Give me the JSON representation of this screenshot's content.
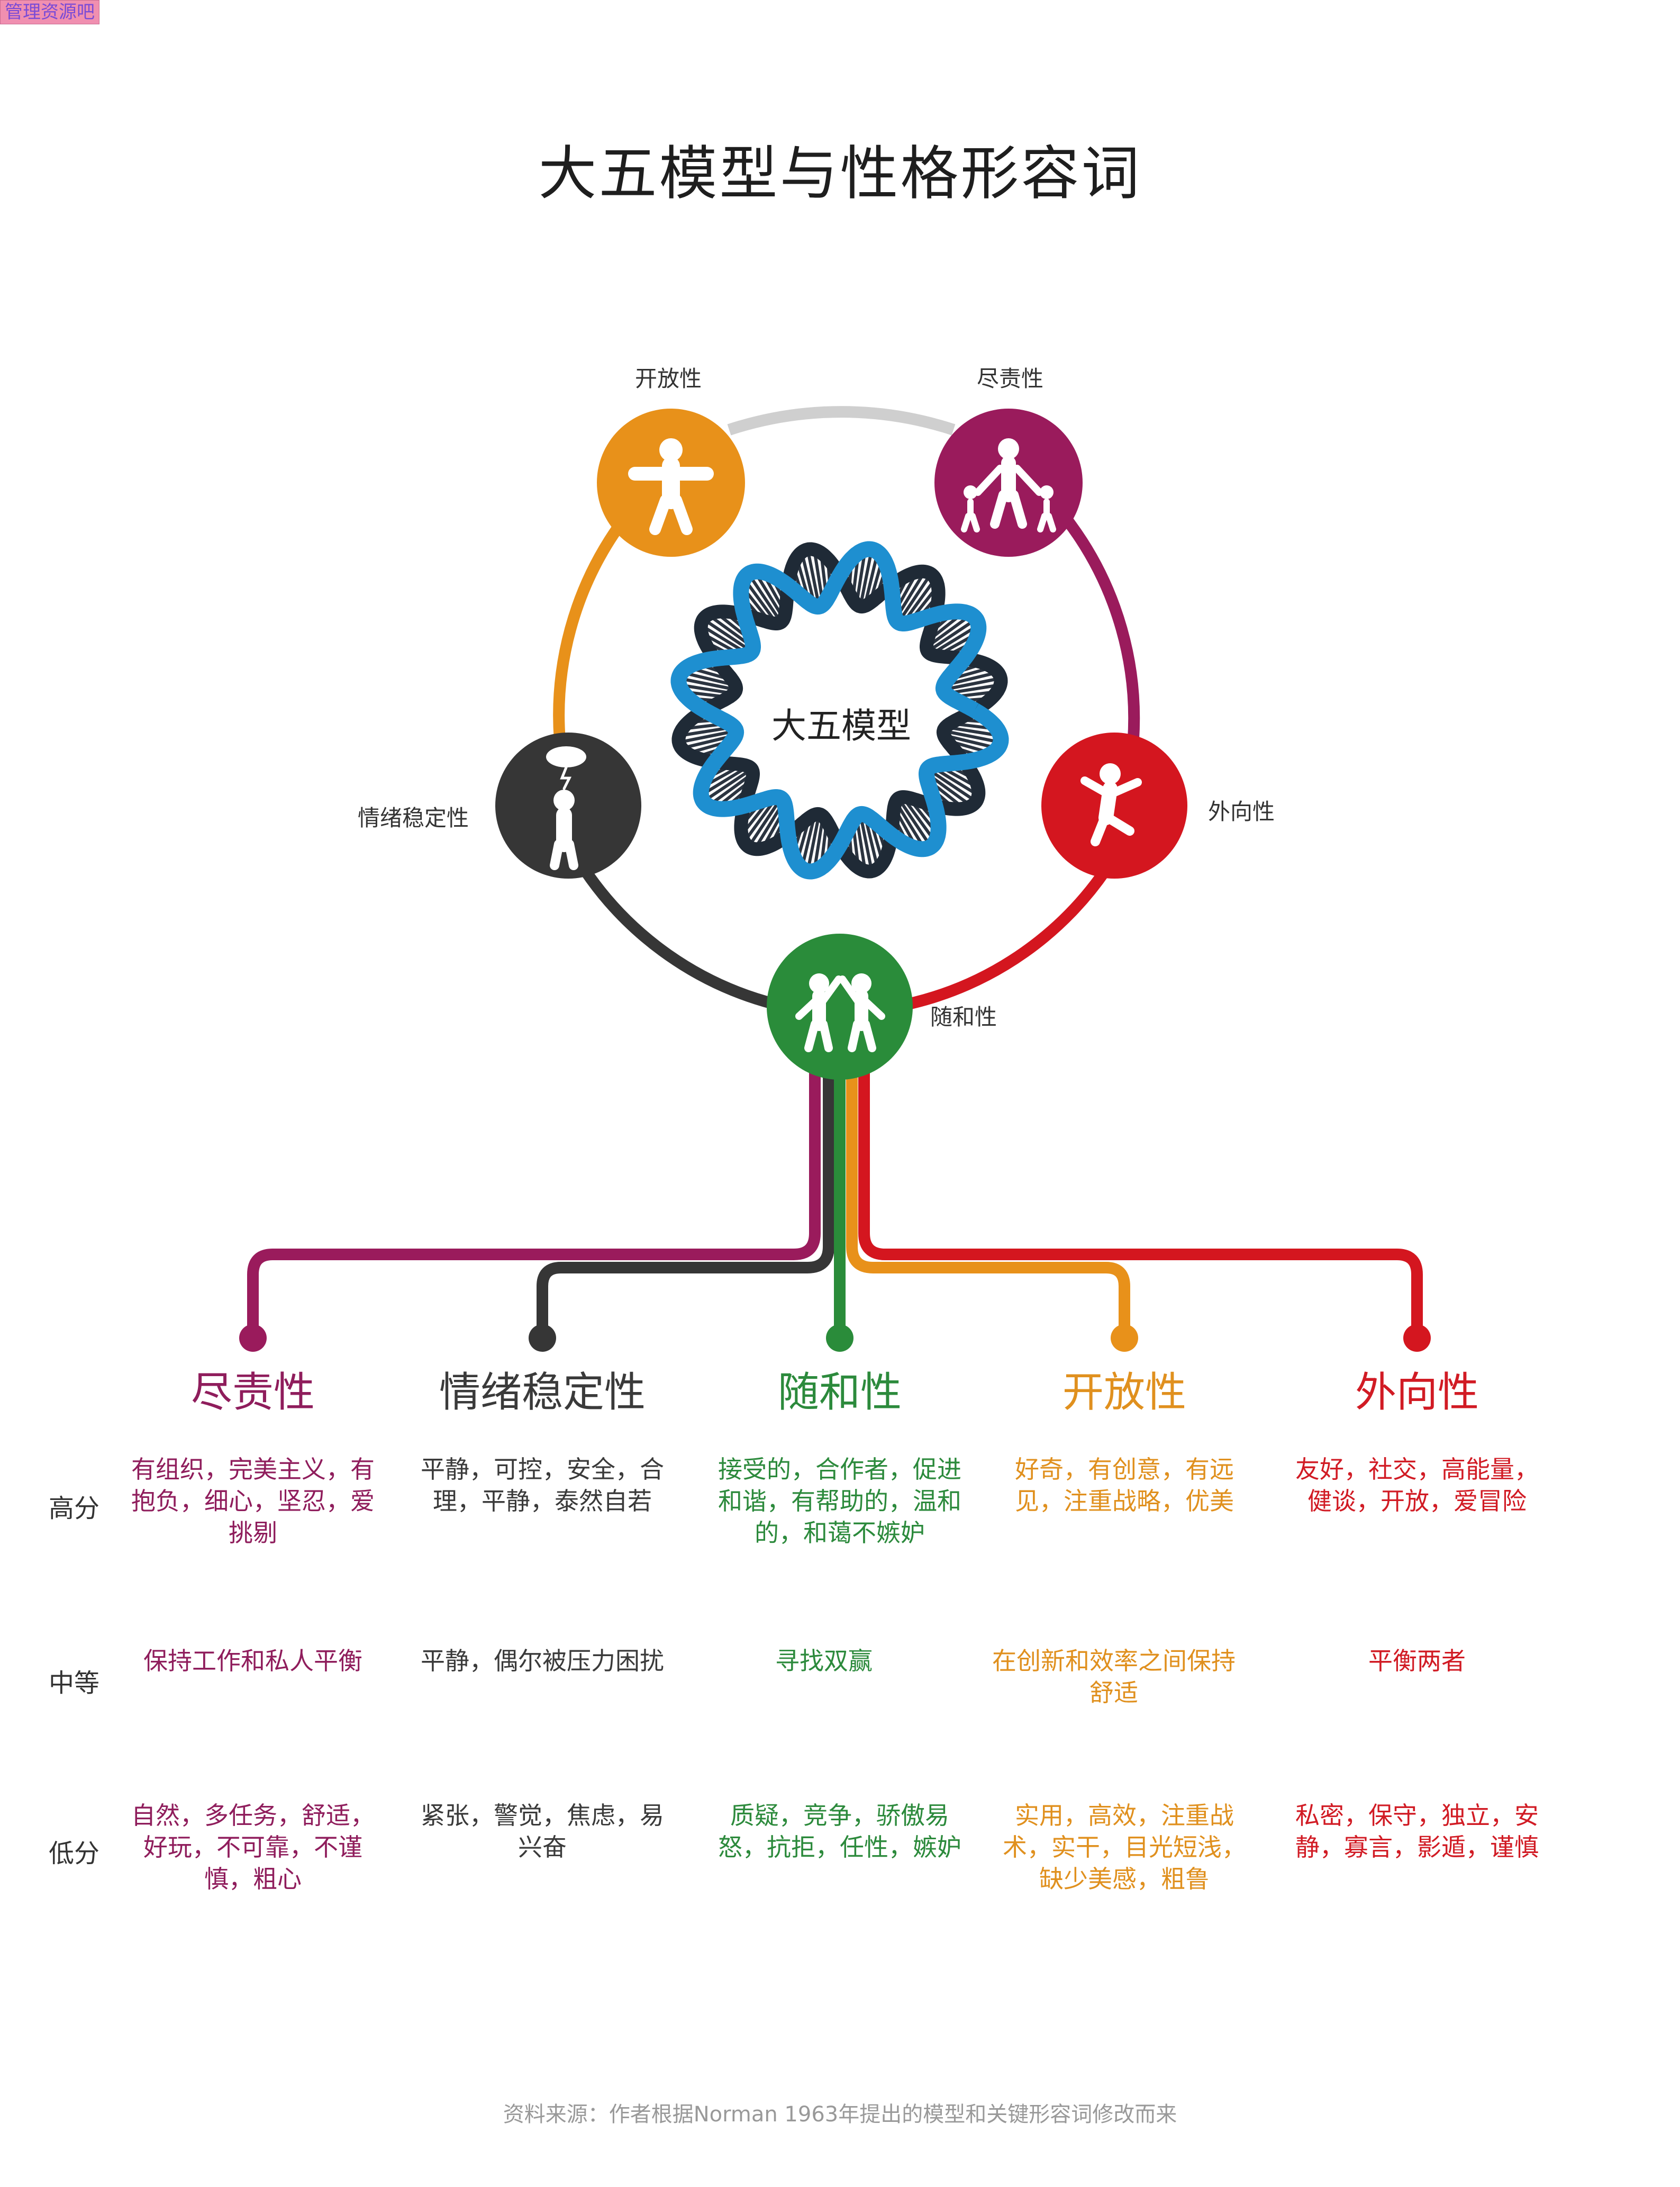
{
  "watermark": "管理资源吧",
  "title": "大五模型与性格形容词",
  "center_label": "大五模型",
  "colors": {
    "openness": "#e8911a",
    "conscientiousness": "#9a1b5c",
    "extraversion": "#d4161f",
    "agreeableness": "#2a8c3a",
    "stability": "#363636",
    "arc_top": "#cfcfcf",
    "dna_blue": "#1e8fd0"
  },
  "circle_labels": {
    "openness": "开放性",
    "conscientiousness": "尽责性",
    "extraversion": "外向性",
    "agreeableness": "随和性",
    "stability": "情绪稳定性"
  },
  "icons": {
    "openness": "open-arms-person-icon",
    "conscientiousness": "parent-with-children-icon",
    "extraversion": "jumping-person-icon",
    "agreeableness": "high-five-pair-icon",
    "stability": "storm-cloud-person-icon",
    "center": "dna-helix-ring-icon"
  },
  "columns": [
    {
      "head": "尽责性",
      "high": "有组织，完美主义，有抱负，细心，坚忍，爱挑剔",
      "mid": "保持工作和私人平衡",
      "low": "自然，多任务，舒适，好玩，不可靠，不谨慎，粗心"
    },
    {
      "head": "情绪稳定性",
      "high": "平静，可控，安全，合理，平静，泰然自若",
      "mid": "平静，偶尔被压力困扰",
      "low": "紧张，警觉，焦虑，易兴奋"
    },
    {
      "head": "随和性",
      "high": "接受的，合作者，促进和谐，有帮助的，温和的，和蔼不嫉妒",
      "mid": "寻找双赢",
      "low": "质疑，竞争，骄傲易怒，抗拒，任性，嫉妒"
    },
    {
      "head": "开放性",
      "high": "好奇，有创意，有远见，注重战略，优美",
      "mid": "在创新和效率之间保持舒适",
      "low": "实用，高效，注重战术，实干，目光短浅，缺少美感，粗鲁"
    },
    {
      "head": "外向性",
      "high": "友好，社交，高能量，健谈，开放，爱冒险",
      "mid": "平衡两者",
      "low": "私密，保守，独立，安静，寡言，影遁，谨慎"
    }
  ],
  "rows": {
    "high": "高分",
    "mid": "中等",
    "low": "低分"
  },
  "source": "资料来源：作者根据Norman 1963年提出的模型和关键形容词修改而来"
}
